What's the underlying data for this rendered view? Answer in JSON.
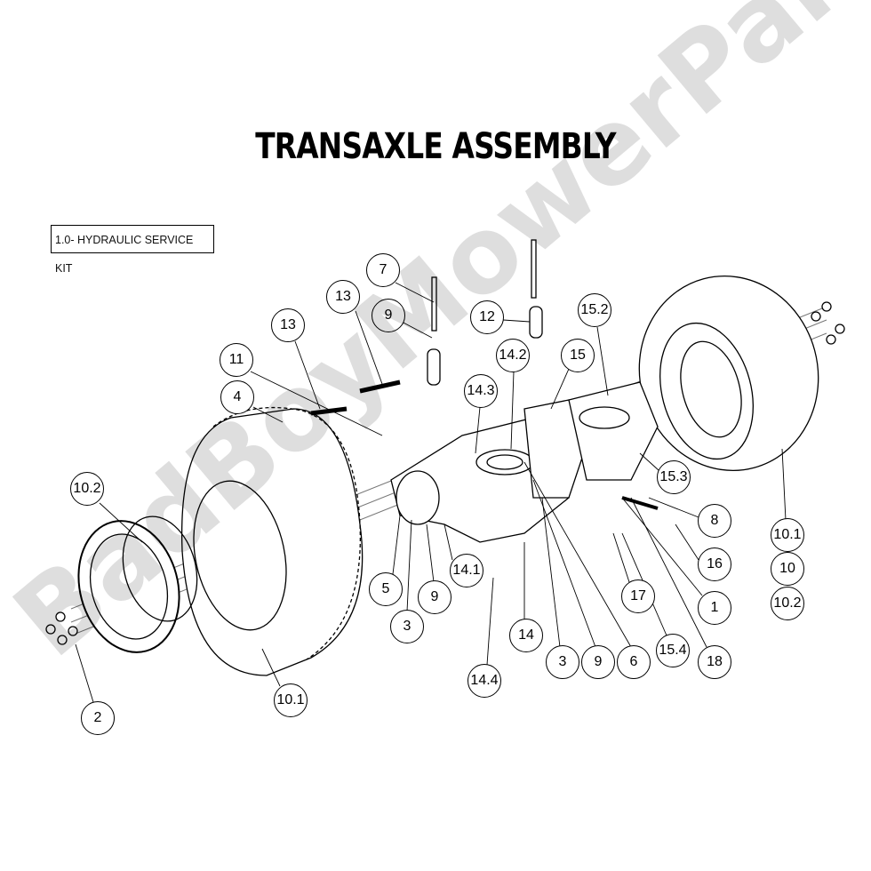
{
  "title": "TRANSAXLE ASSEMBLY",
  "kit_label": "1.0- HYDRAULIC SERVICE KIT",
  "watermark": "BadBoyMowerParts.com",
  "callouts": [
    "7",
    "13",
    "13",
    "9",
    "12",
    "15.2",
    "11",
    "14.2",
    "15",
    "4",
    "14.3",
    "10.2",
    "15.3",
    "8",
    "10.1",
    "10",
    "10.2",
    "16",
    "5",
    "14.1",
    "9",
    "17",
    "1",
    "3",
    "14",
    "3",
    "9",
    "6",
    "15.4",
    "18",
    "14.4",
    "10.1",
    "2"
  ]
}
